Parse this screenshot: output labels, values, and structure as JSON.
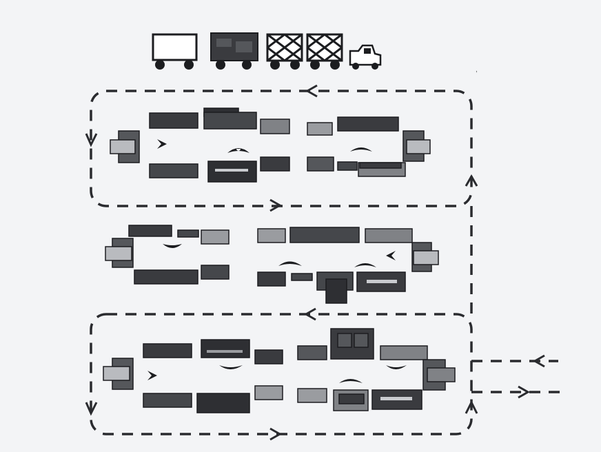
{
  "title": "",
  "colors": {
    "background": "#f3f4f6",
    "dark": "#2e2f33",
    "medium": "#7e8084",
    "light": "#b9bbbf",
    "outline": "#1c1d20",
    "path": "#2a2b2f"
  },
  "train": {
    "cars": [
      "empty-flatcar",
      "loaded-container-car",
      "mesh-cage-car",
      "mesh-cage-car"
    ],
    "locomotive": "tractor-icon"
  },
  "loops": [
    {
      "name": "upper-loop",
      "direction": "counter-clockwise"
    },
    {
      "name": "lower-loop",
      "direction": "counter-clockwise"
    }
  ],
  "entry_arrows": [
    "inbound-arrow",
    "outbound-arrow"
  ]
}
